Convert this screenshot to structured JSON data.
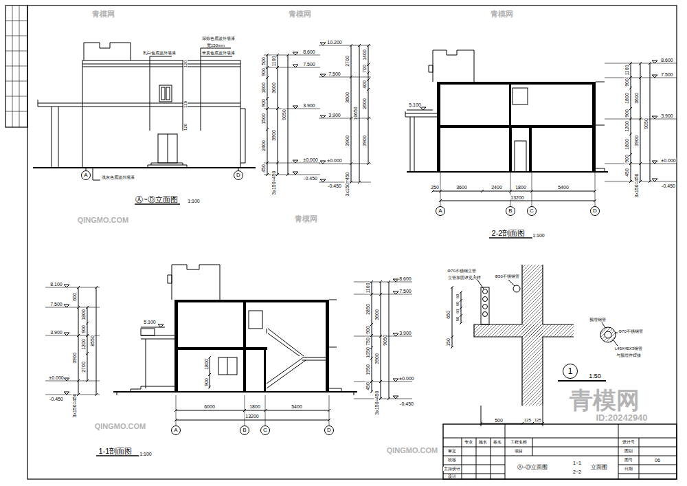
{
  "diagram": {
    "nodes": [
      {
        "text": [
          "A"
        ]
      },
      {
        "text": [
          "D"
        ]
      },
      {
        "text": [
          "A"
        ]
      },
      {
        "text": [
          "B"
        ]
      },
      {
        "text": [
          "C"
        ]
      },
      {
        "text": [
          "D"
        ]
      },
      {
        "text": [
          "A"
        ]
      },
      {
        "text": [
          "B"
        ]
      },
      {
        "text": [
          "C"
        ]
      },
      {
        "text": [
          "D"
        ]
      },
      {
        "text": [
          "1"
        ]
      }
    ],
    "labels": [
      "乳白色底波外墙漆",
      "深棕色底波外墙漆",
      "宽150mm",
      "米黄色底波外墙漆",
      "浅灰色底波外墙漆",
      "120",
      "120",
      "120",
      "500",
      "900",
      "1800",
      "900",
      "1500",
      "2400",
      "450",
      "1100",
      "3600",
      "3900",
      "3x150=450",
      "9050",
      "8.600",
      "7.500",
      "3.900",
      "±0.000",
      "-0.450",
      "Ⓐ~Ⓓ立面图",
      "1:100",
      "10.200",
      "7.500",
      "3.900",
      "±0.000",
      "-0.450",
      "2700",
      "3600",
      "3900",
      "3x150=450",
      "10650",
      "1400",
      "700",
      "400",
      "2600",
      "3900",
      "5.100",
      "250",
      "3600",
      "2400",
      "1800",
      "5400",
      "13200",
      "1100",
      "900",
      "1800",
      "900",
      "1200",
      "1800",
      "900",
      "450",
      "3600",
      "3900",
      "3x150=450",
      "9050",
      "8.600",
      "7.500",
      "3.900",
      "±0.000",
      "-0.450",
      "2-2剖面图",
      "1:100",
      "8.100",
      "7.500",
      "3.900",
      "±0.000",
      "-0.450",
      "600",
      "3900",
      "3x150=450",
      "1800",
      "900",
      "1200",
      "2700",
      "8550",
      "5.100",
      "1800",
      "900",
      "1100",
      "2850",
      "900",
      "750",
      "1050",
      "1950",
      "450",
      "3600",
      "3900",
      "3x150=450",
      "9050",
      "8.600",
      "7.500",
      "3.900",
      "±0.000",
      "-0.450",
      "6000",
      "1800",
      "5400",
      "13200",
      "1-1剖面图",
      "1:100",
      "Φ70不锈钢立管",
      "立管加固详见大样",
      "Φ50不锈钢管",
      "650",
      "150",
      "60",
      "60",
      "60",
      "50",
      "500",
      "125",
      "125",
      "预埋钢管",
      "Φ70不锈钢管",
      "L45X45X3钢管",
      "与预埋件焊接",
      "1:50",
      "专业",
      "姓名",
      "签名",
      "工程名称",
      "审定",
      "校核",
      "主持设计",
      "设计",
      "项目",
      "设计号",
      "图别",
      "图号",
      "日期",
      "06",
      "Ⓐ~Ⓓ立面图",
      "1~1",
      "2~2",
      "立面图",
      "青模网",
      "青模网",
      "青模网",
      "QINGMO.COM",
      "青模网",
      "QINGMO.COM",
      "QINGMO.COM",
      "青模网",
      "ID:20242940"
    ]
  }
}
